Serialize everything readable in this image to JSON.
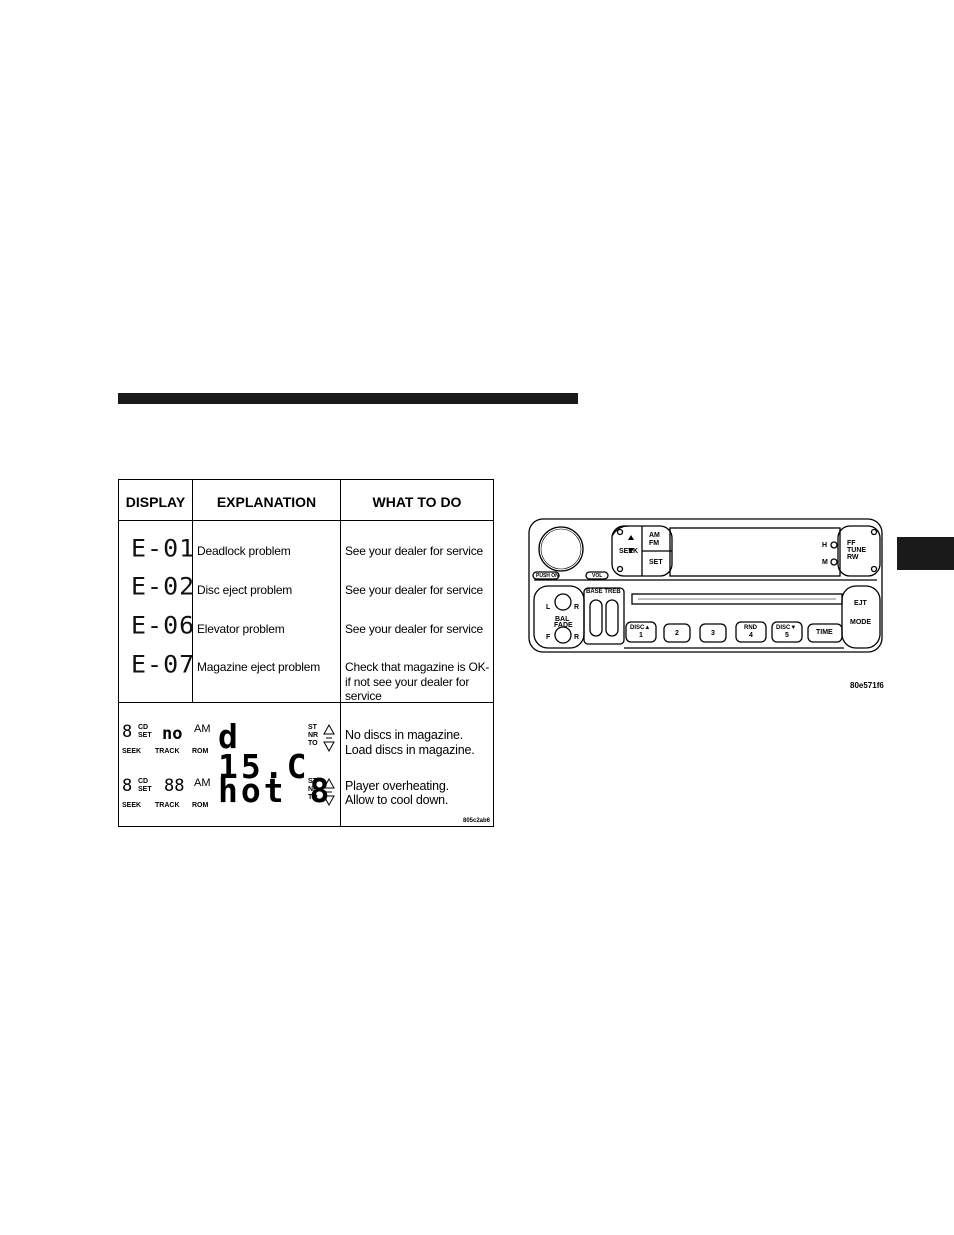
{
  "table": {
    "headers": {
      "display": "DISPLAY",
      "explanation": "EXPLANATION",
      "what_to_do": "WHAT TO DO"
    },
    "error_rows": [
      {
        "code": "E-01",
        "explanation": "Deadlock problem",
        "action_line1": "See your dealer for service",
        "action_line2": ""
      },
      {
        "code": "E-02",
        "explanation": "Disc eject problem",
        "action_line1": "See your dealer for service",
        "action_line2": ""
      },
      {
        "code": "E-06",
        "explanation": "Elevator problem",
        "action_line1": "See your dealer for service",
        "action_line2": ""
      },
      {
        "code": "E-07",
        "explanation": "Magazine eject problem",
        "action_line1": "Check that magazine is OK-",
        "action_line2": "if not see your dealer for service"
      }
    ],
    "lcd_rows": [
      {
        "left_digit": "8",
        "cd": "CD",
        "set": "SET",
        "mid": "no",
        "am": "AM",
        "main": "d 15.C",
        "st": "ST",
        "nr": "NR",
        "to": "TO",
        "seek": "SEEK",
        "track": "TRACK",
        "rom": "ROM",
        "action_line1": "No discs in magazine.",
        "action_line2": "Load discs in magazine."
      },
      {
        "left_digit": "8",
        "cd": "CD",
        "set": "SET",
        "mid": "88",
        "am": "AM",
        "main": "hot 8",
        "st": "ST",
        "nr": "NR",
        "to": "TO",
        "seek": "SEEK",
        "track": "TRACK",
        "rom": "ROM",
        "action_line1": "Player overheating.",
        "action_line2": "Allow to cool down."
      }
    ],
    "figure_code": "805c2ab6"
  },
  "radio": {
    "labels": {
      "am": "AM",
      "fm": "FM",
      "set": "SET",
      "seek": "SEEK",
      "ff": "FF",
      "tune": "TUNE",
      "rw": "RW",
      "h": "H",
      "m": "M",
      "push_on": "PUSH ON",
      "vol": "VOL",
      "base_treb": "BASE TREB",
      "bal": "BAL",
      "fade": "FADE",
      "l": "L",
      "r1": "R",
      "f": "F",
      "r2": "R",
      "ejt": "EJT",
      "mode": "MODE",
      "disc_up": "DISC▲",
      "btn1": "1",
      "btn2": "2",
      "btn3": "3",
      "rnd": "RND",
      "btn4": "4",
      "disc_down": "DISC▼",
      "btn5": "5",
      "time": "TIME"
    },
    "figure_code": "80e571f6"
  }
}
